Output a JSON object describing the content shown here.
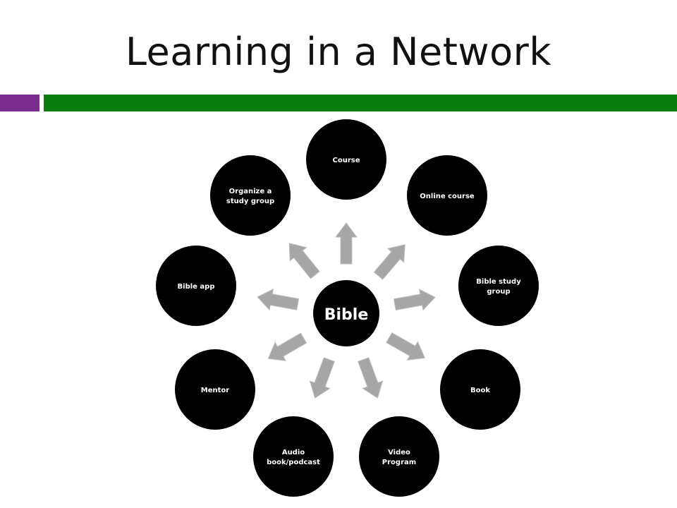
{
  "slide": {
    "title": "Learning in a Network",
    "accent_purple": "#7b2d8e",
    "accent_green": "#0b7d0b"
  },
  "diagram": {
    "center": {
      "label": "Bible"
    },
    "nodes": [
      {
        "label": "Course"
      },
      {
        "label": "Online course"
      },
      {
        "label": "Bible study group"
      },
      {
        "label": "Book"
      },
      {
        "label": "Video Program"
      },
      {
        "label": "Audio book/podcast"
      },
      {
        "label": "Mentor"
      },
      {
        "label": "Bible app"
      },
      {
        "label": "Organize a study group"
      }
    ],
    "node_color": "#000000",
    "arrow_color": "#a6a6a6"
  }
}
